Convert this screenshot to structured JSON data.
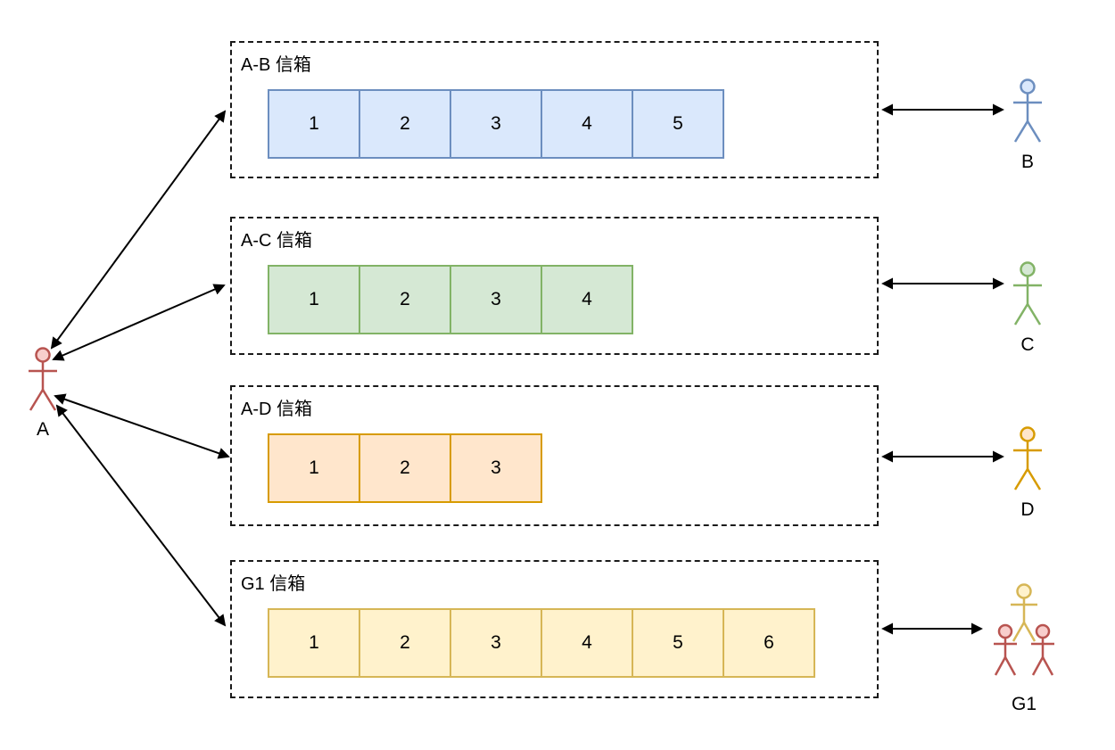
{
  "diagram": {
    "sender": {
      "label": "A",
      "color": "#b85450",
      "head_fill": "#f8cecc"
    },
    "mailboxes": [
      {
        "title": "A-B 信箱",
        "cells": [
          "1",
          "2",
          "3",
          "4",
          "5"
        ],
        "cell_fill": "#dae8fc",
        "cell_stroke": "#6c8ebf",
        "recipient": "B",
        "recipient_color": "#6c8ebf"
      },
      {
        "title": "A-C 信箱",
        "cells": [
          "1",
          "2",
          "3",
          "4"
        ],
        "cell_fill": "#d5e8d4",
        "cell_stroke": "#82b366",
        "recipient": "C",
        "recipient_color": "#82b366"
      },
      {
        "title": "A-D 信箱",
        "cells": [
          "1",
          "2",
          "3"
        ],
        "cell_fill": "#ffe6cc",
        "cell_stroke": "#d79b00",
        "recipient": "D",
        "recipient_color": "#d79b00"
      },
      {
        "title": "G1 信箱",
        "cells": [
          "1",
          "2",
          "3",
          "4",
          "5",
          "6"
        ],
        "cell_fill": "#fff2cc",
        "cell_stroke": "#d6b656",
        "recipient": "G1",
        "recipient_colors": [
          "#d6b656",
          "#b85450",
          "#b85450"
        ]
      }
    ],
    "arrow_color": "#000000"
  }
}
